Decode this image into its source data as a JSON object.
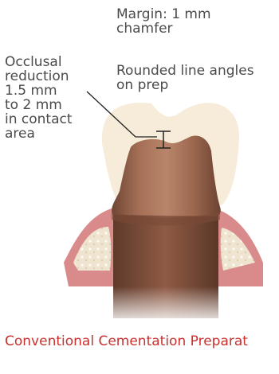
{
  "labels": {
    "margin": "Margin: 1 mm\nchamfer",
    "occlusal": "Occlusal\nreduction\n1.5 mm\nto 2 mm\nin contact\narea",
    "angles": "Rounded line angles\non prep"
  },
  "title": "Conventional Cementation Preparat",
  "colors": {
    "enamel_outline": "#f6ecd9",
    "prep": "#a9735a",
    "gum": "#d98a8b",
    "bone": "#efe4cf",
    "title": "#c8312e",
    "text": "#4a4a4a"
  }
}
